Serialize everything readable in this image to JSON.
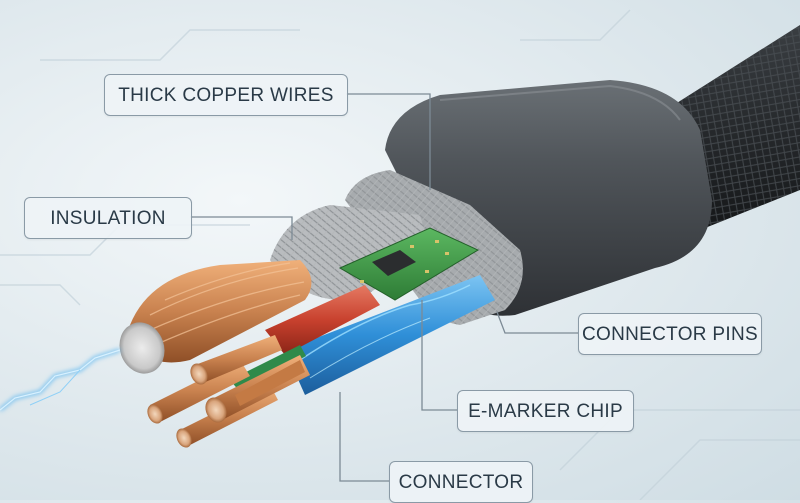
{
  "labels": {
    "thick_copper_wires": "THICK COPPER WIRES",
    "insulation": "INSULATION",
    "connector_pins": "CONNECTOR PINS",
    "e_marker_chip": "E-MARKER CHIP",
    "connector": "CONNECTOR"
  },
  "colors": {
    "background": "#dde7ec",
    "copper": "#c9824f",
    "red_wire": "#c8412e",
    "blue_wire": "#2f8fd8",
    "green_wire": "#2f8a4a",
    "pcb_green": "#3f9a45",
    "housing": "#4a4f54",
    "braid": "#2b2e31",
    "spark": "#5fb8f0"
  }
}
